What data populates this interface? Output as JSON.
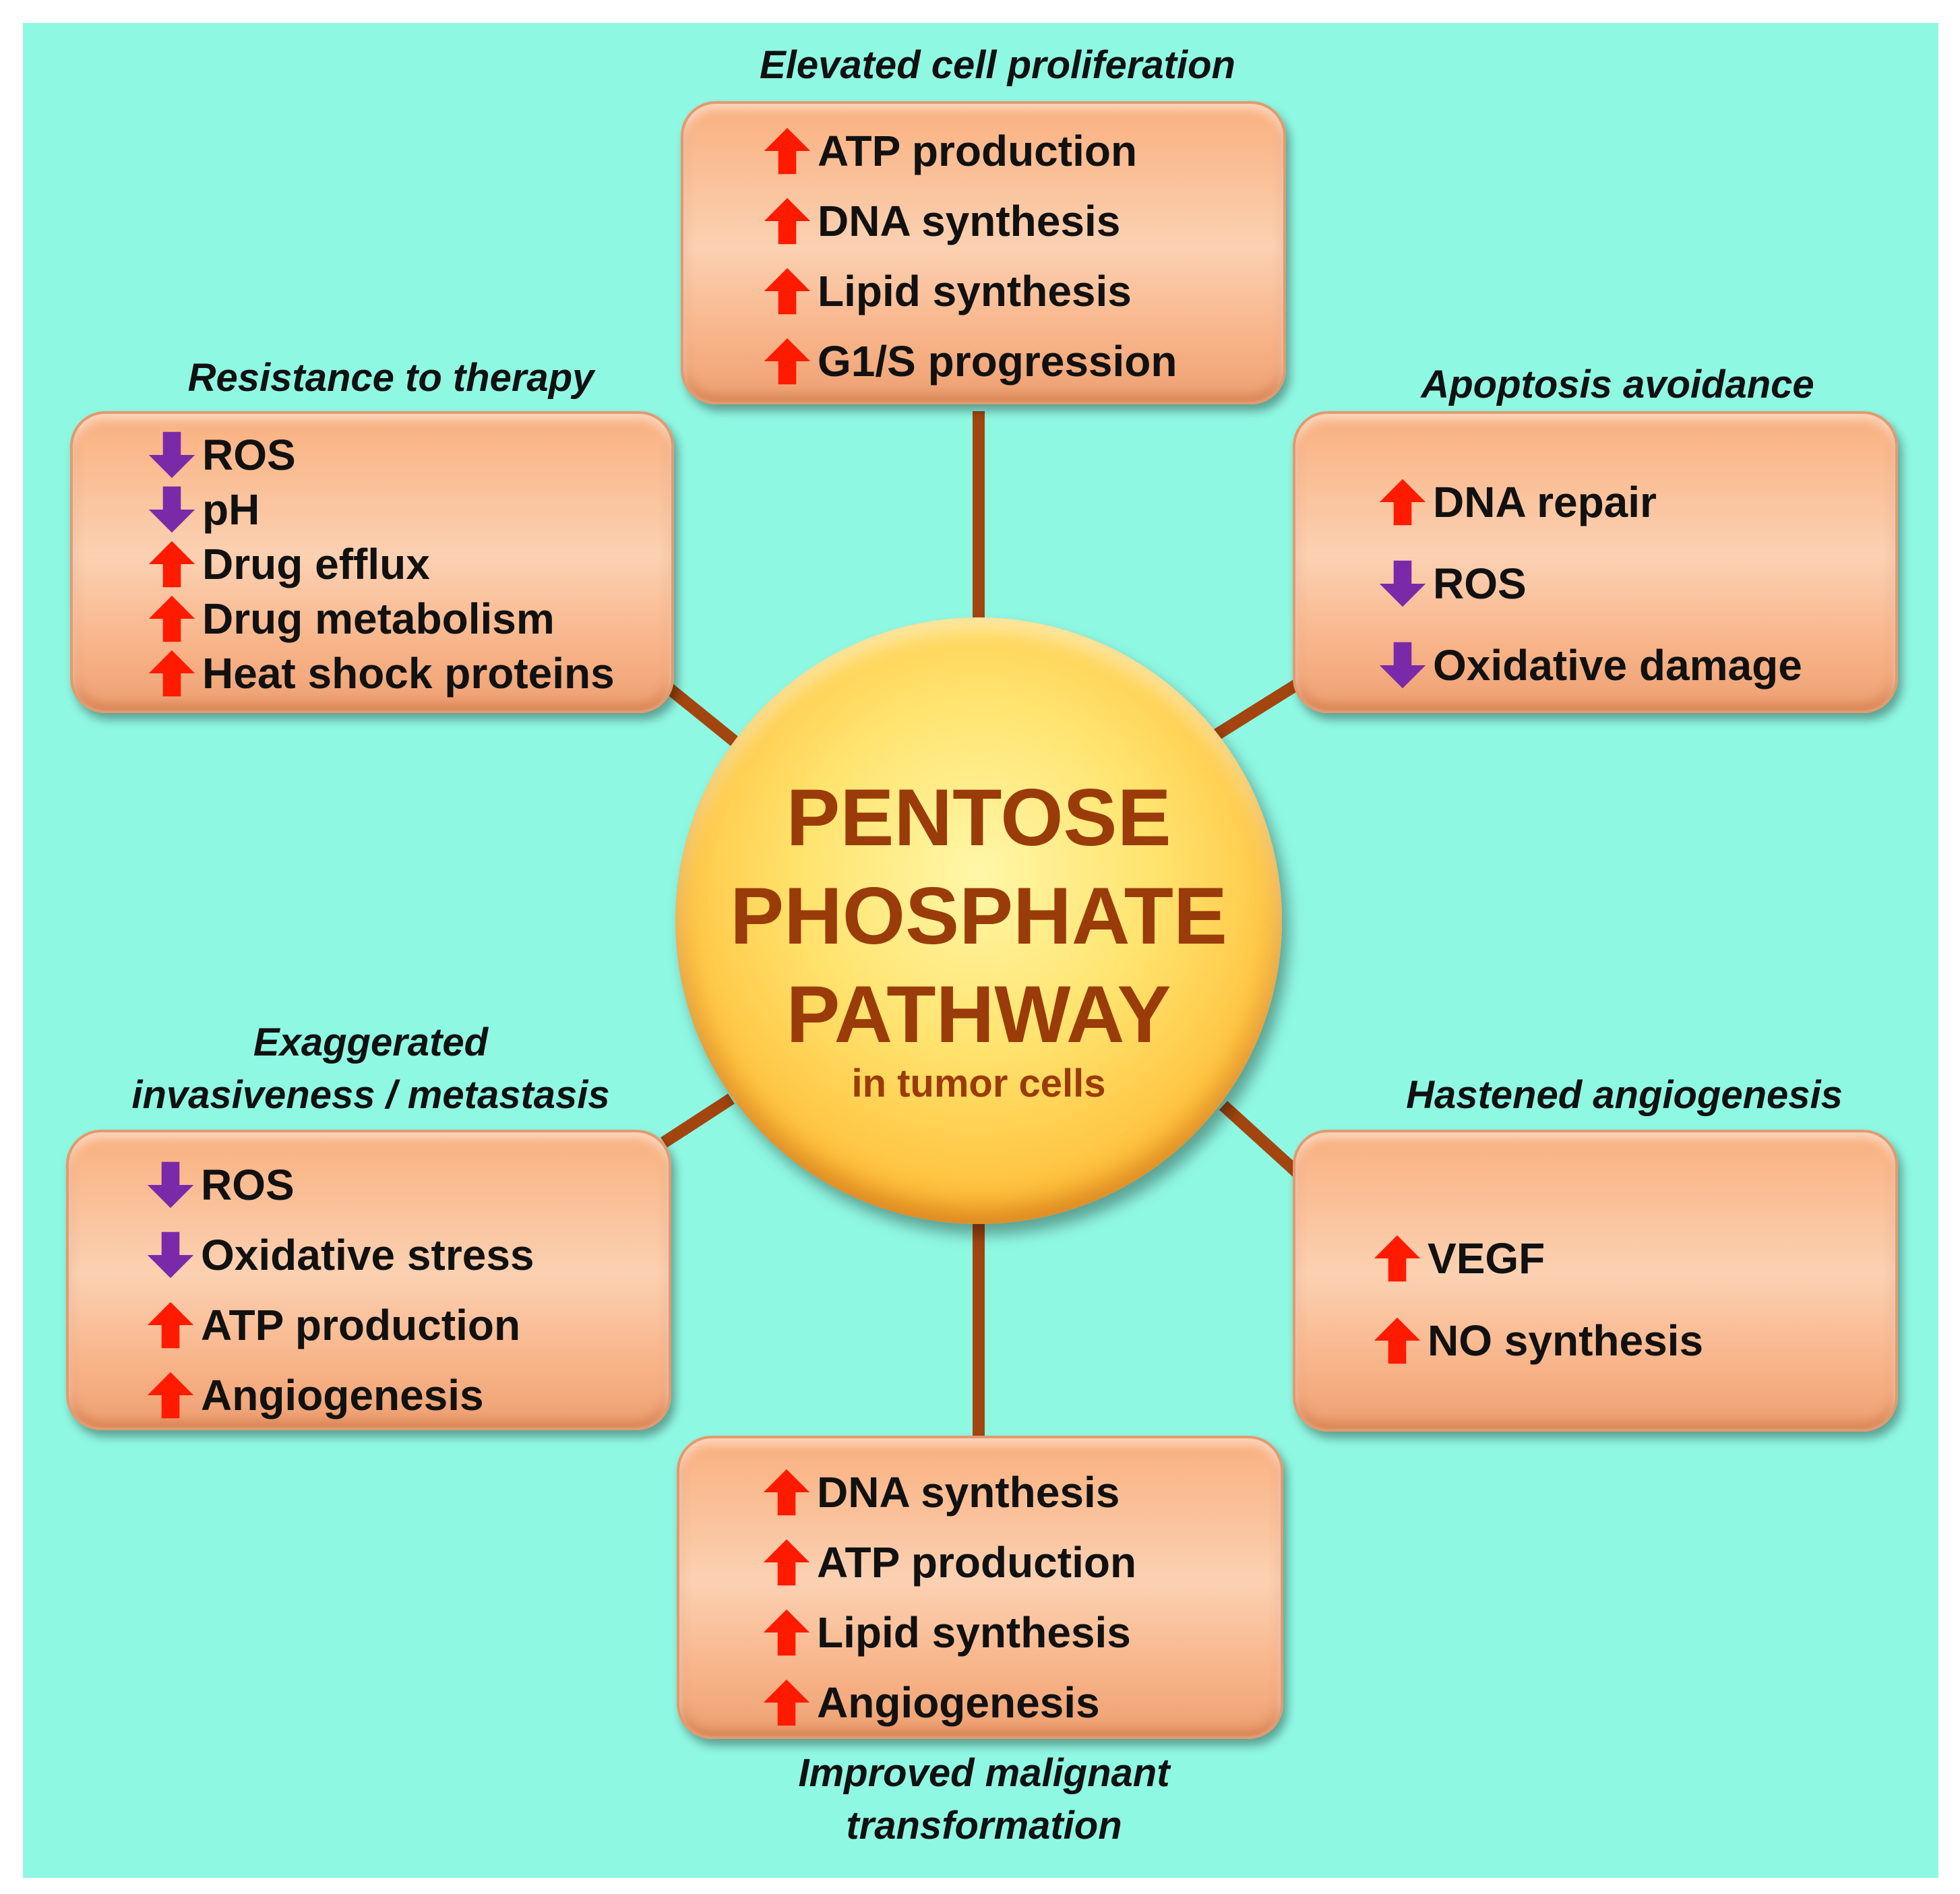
{
  "colors": {
    "background": "#8ff8e3",
    "up_arrow": "#ff1a00",
    "down_arrow": "#7a2aa8",
    "connector": "#a3450f",
    "hub_text": "#9a3b0a"
  },
  "hub": {
    "line1": "PENTOSE",
    "line2": "PHOSPHATE",
    "line3": "PATHWAY",
    "subtitle": "in tumor cells"
  },
  "groups": {
    "proliferation": {
      "caption": [
        "Elevated cell proliferation"
      ],
      "items": [
        {
          "dir": "up",
          "label": "ATP production"
        },
        {
          "dir": "up",
          "label": "DNA synthesis"
        },
        {
          "dir": "up",
          "label": "Lipid synthesis"
        },
        {
          "dir": "up",
          "label": "G1/S progression"
        }
      ]
    },
    "therapy": {
      "caption": [
        "Resistance to therapy"
      ],
      "items": [
        {
          "dir": "down",
          "label": "ROS"
        },
        {
          "dir": "down",
          "label": "pH"
        },
        {
          "dir": "up",
          "label": "Drug efflux"
        },
        {
          "dir": "up",
          "label": "Drug metabolism"
        },
        {
          "dir": "up",
          "label": "Heat shock proteins"
        }
      ]
    },
    "apoptosis": {
      "caption": [
        "Apoptosis avoidance"
      ],
      "items": [
        {
          "dir": "up",
          "label": "DNA repair"
        },
        {
          "dir": "down",
          "label": "ROS"
        },
        {
          "dir": "down",
          "label": "Oxidative damage"
        }
      ]
    },
    "metastasis": {
      "caption": [
        "Exaggerated",
        "invasiveness / metastasis"
      ],
      "items": [
        {
          "dir": "down",
          "label": "ROS"
        },
        {
          "dir": "down",
          "label": "Oxidative stress"
        },
        {
          "dir": "up",
          "label": "ATP production"
        },
        {
          "dir": "up",
          "label": "Angiogenesis"
        }
      ]
    },
    "angiogenesis": {
      "caption": [
        "Hastened angiogenesis"
      ],
      "items": [
        {
          "dir": "up",
          "label": "VEGF"
        },
        {
          "dir": "up",
          "label": "NO synthesis"
        }
      ]
    },
    "transformation": {
      "caption": [
        "Improved malignant",
        "transformation"
      ],
      "items": [
        {
          "dir": "up",
          "label": "DNA synthesis"
        },
        {
          "dir": "up",
          "label": "ATP production"
        },
        {
          "dir": "up",
          "label": "Lipid synthesis"
        },
        {
          "dir": "up",
          "label": "Angiogenesis"
        }
      ]
    }
  }
}
